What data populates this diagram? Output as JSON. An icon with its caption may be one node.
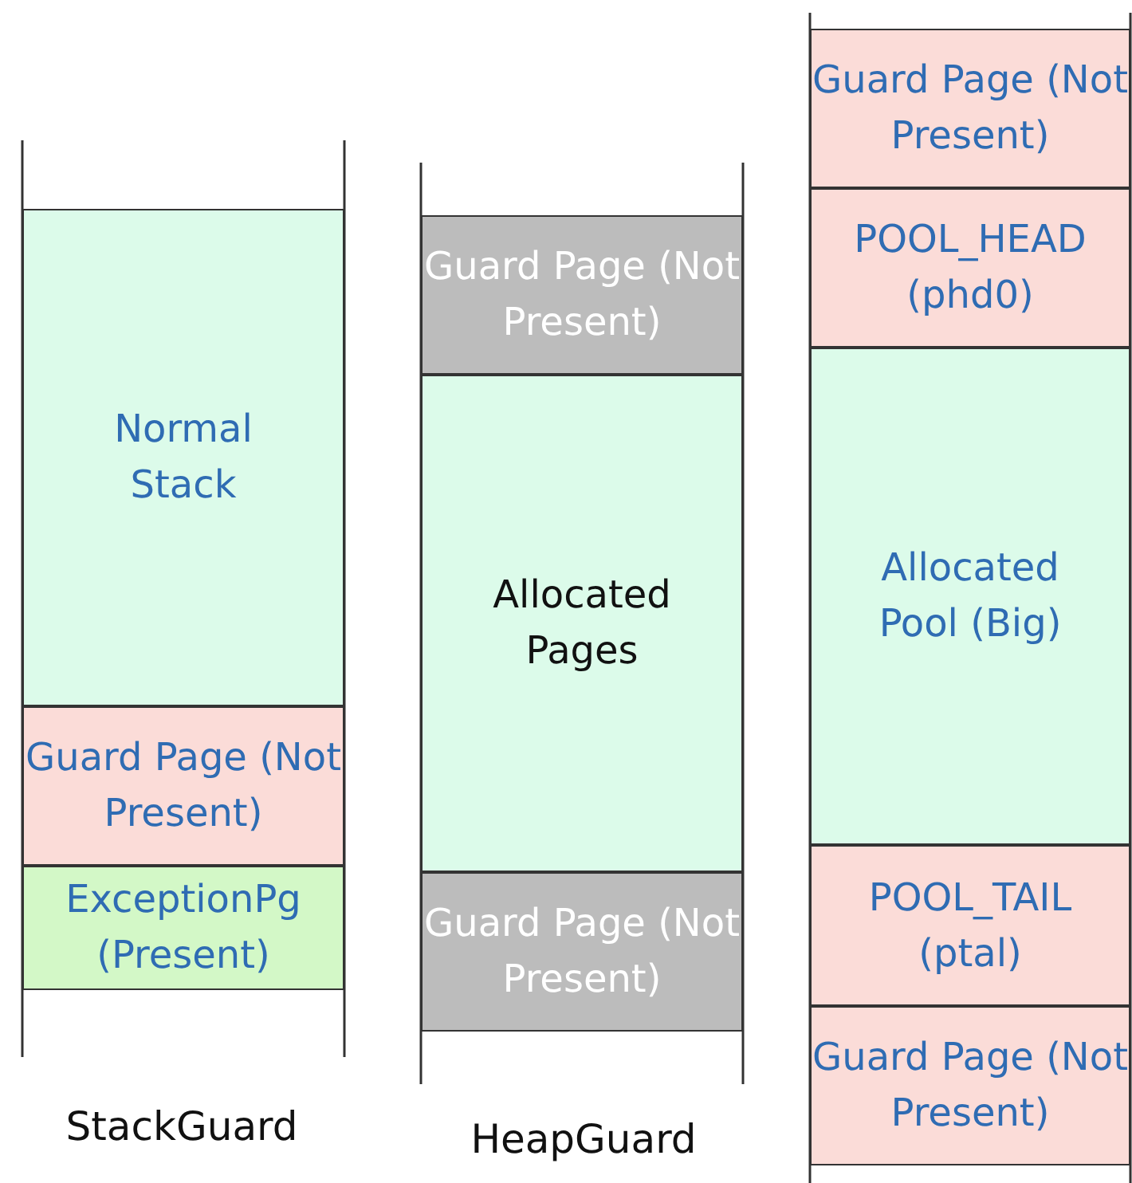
{
  "diagram": {
    "nodes": [
      {
        "text": [
          "Normal Stack"
        ]
      },
      {
        "text": [
          "Guard Page (Not Present)"
        ]
      },
      {
        "text": [
          "ExceptionPg (Present)"
        ]
      },
      {
        "text": [
          "Guard Page (Not Present)"
        ]
      },
      {
        "text": [
          "Allocated Pages"
        ]
      },
      {
        "text": [
          "Guard Page (Not Present)"
        ]
      },
      {
        "text": [
          "Guard Page (Not Present)"
        ]
      },
      {
        "text": [
          "POOL_HEAD (phd0)"
        ]
      },
      {
        "text": [
          "Allocated Pool (Big)"
        ]
      },
      {
        "text": [
          "POOL_TAIL (ptal)"
        ]
      },
      {
        "text": [
          "Guard Page (Not Present)"
        ]
      }
    ],
    "labels": [
      "StackGuard",
      "HeapGuard"
    ]
  }
}
